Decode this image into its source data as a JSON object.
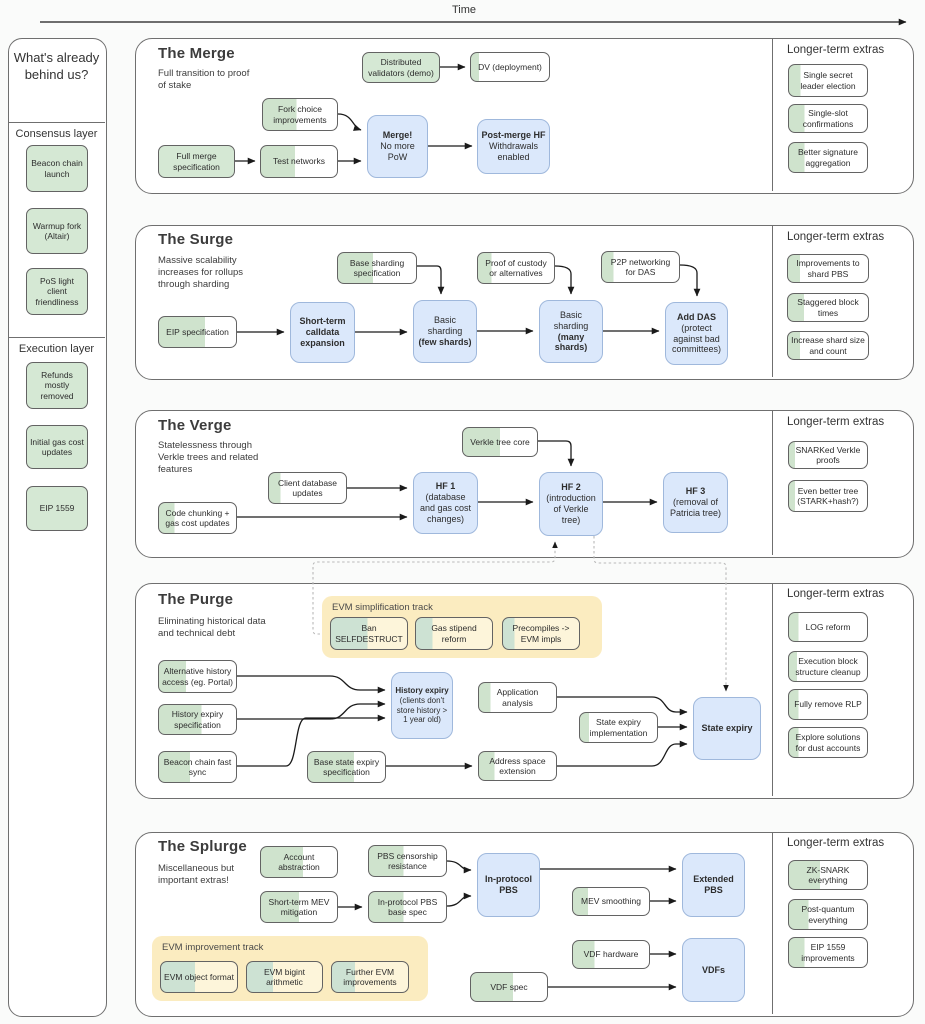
{
  "time_label": "Time",
  "colors": {
    "done_green": "#d5e8d4",
    "progress_green": "#cfe3cd",
    "milestone_blue": "#dbe8fb",
    "blue_border": "#9fb8dc",
    "track_yellow": "#fbecc0",
    "yellow_box": "#fdf5da",
    "box_border": "#636363",
    "dotted_line": "#b9b9b9"
  },
  "sidebar": {
    "title": "What's already behind us?",
    "groups": [
      {
        "label": "Consensus layer",
        "items": [
          {
            "label": "Beacon chain launch",
            "progress": 100
          },
          {
            "label": "Warmup fork (Altair)",
            "progress": 100
          },
          {
            "label": "PoS light client friendliness",
            "progress": 100
          }
        ]
      },
      {
        "label": "Execution layer",
        "items": [
          {
            "label": "Refunds mostly removed",
            "progress": 100
          },
          {
            "label": "Initial gas cost updates",
            "progress": 100
          },
          {
            "label": "EIP 1559",
            "progress": 100
          }
        ]
      }
    ]
  },
  "sections": [
    {
      "title": "The Merge",
      "subtitle": "Full transition to proof of stake",
      "extras_title": "Longer-term extras",
      "extras": [
        {
          "label": "Single secret leader election",
          "progress": 15
        },
        {
          "label": "Single-slot confirmations",
          "progress": 20
        },
        {
          "label": "Better signature aggregation",
          "progress": 20
        }
      ],
      "nodes": {
        "dv_demo": {
          "label": "Distributed validators (demo)",
          "progress": 100
        },
        "dv_deploy": {
          "label": "DV (deployment)",
          "progress": 10
        },
        "fork_choice": {
          "label": "Fork choice improvements",
          "progress": 45
        },
        "full_merge_spec": {
          "label": "Full merge specification",
          "progress": 100
        },
        "test_networks": {
          "label": "Test networks",
          "progress": 45
        },
        "merge": {
          "label": "Merge!",
          "sub": "No more PoW"
        },
        "post_merge": {
          "label": "Post-merge HF",
          "sub": "Withdrawals enabled"
        }
      }
    },
    {
      "title": "The Surge",
      "subtitle": "Massive scalability increases for rollups through sharding",
      "extras_title": "Longer-term extras",
      "extras": [
        {
          "label": "Improvements to shard PBS",
          "progress": 15
        },
        {
          "label": "Staggered block times",
          "progress": 20
        },
        {
          "label": "Increase shard size and count",
          "progress": 15
        }
      ],
      "nodes": {
        "base_shard_spec": {
          "label": "Base sharding specification",
          "progress": 45
        },
        "proof_custody": {
          "label": "Proof of custody or alternatives",
          "progress": 18
        },
        "p2p_das": {
          "label": "P2P networking for DAS",
          "progress": 15
        },
        "eip_spec": {
          "label": "EIP specification",
          "progress": 60
        },
        "stce": {
          "label": "Short-term calldata expansion"
        },
        "few": {
          "label": "Basic sharding",
          "sub": "(few shards)"
        },
        "many": {
          "label": "Basic sharding",
          "sub": "(many shards)"
        },
        "add_das": {
          "label": "Add DAS",
          "sub": "(protect against bad committees)"
        }
      }
    },
    {
      "title": "The Verge",
      "subtitle": "Statelessness through Verkle trees and related features",
      "extras_title": "Longer-term extras",
      "extras": [
        {
          "label": "SNARKed Verkle proofs",
          "progress": 8
        },
        {
          "label": "Even better tree (STARK+hash?)",
          "progress": 8
        }
      ],
      "nodes": {
        "verkle_core": {
          "label": "Verkle tree core",
          "progress": 50
        },
        "client_db": {
          "label": "Client database updates",
          "progress": 15
        },
        "code_chunk": {
          "label": "Code chunking + gas cost updates",
          "progress": 20
        },
        "hf1": {
          "label": "HF 1",
          "sub": "(database and gas cost changes)"
        },
        "hf2": {
          "label": "HF 2",
          "sub": "(introduction of Verkle tree)"
        },
        "hf3": {
          "label": "HF 3",
          "sub": "(removal of Patricia tree)"
        }
      }
    },
    {
      "title": "The Purge",
      "subtitle": "Eliminating historical data and technical debt",
      "track_title": "EVM simplification track",
      "extras_title": "Longer-term extras",
      "extras": [
        {
          "label": "LOG reform",
          "progress": 12
        },
        {
          "label": "Execution block structure cleanup",
          "progress": 10
        },
        {
          "label": "Fully remove RLP",
          "progress": 12
        },
        {
          "label": "Explore solutions for dust accounts",
          "progress": 12
        }
      ],
      "nodes": {
        "ban_sd": {
          "label": "Ban SELFDESTRUCT",
          "progress": 48
        },
        "gas_stipend": {
          "label": "Gas stipend reform",
          "progress": 22
        },
        "precompiles": {
          "label": "Precompiles -> EVM impls",
          "progress": 15
        },
        "alt_history": {
          "label": "Alternative history access (eg. Portal)",
          "progress": 35
        },
        "hist_spec": {
          "label": "History expiry specification",
          "progress": 55
        },
        "beacon_sync": {
          "label": "Beacon chain fast sync",
          "progress": 40
        },
        "base_state_spec": {
          "label": "Base state expiry specification",
          "progress": 60
        },
        "history_expiry": {
          "label": "History expiry",
          "sub": "(clients don't store history > 1 year old)"
        },
        "app_analysis": {
          "label": "Application analysis",
          "progress": 15
        },
        "state_impl": {
          "label": "State expiry implementation",
          "progress": 12
        },
        "addr_space": {
          "label": "Address space extension",
          "progress": 20
        },
        "state_expiry": {
          "label": "State expiry"
        }
      }
    },
    {
      "title": "The Splurge",
      "subtitle": "Miscellaneous but important extras!",
      "track_title": "EVM improvement track",
      "extras_title": "Longer-term extras",
      "extras": [
        {
          "label": "ZK-SNARK everything",
          "progress": 40
        },
        {
          "label": "Post-quantum everything",
          "progress": 25
        },
        {
          "label": "EIP 1559 improvements",
          "progress": 20
        }
      ],
      "nodes": {
        "account_abs": {
          "label": "Account abstraction",
          "progress": 55
        },
        "pbs_censor": {
          "label": "PBS censorship resistance",
          "progress": 45
        },
        "stmev": {
          "label": "Short-term MEV mitigation",
          "progress": 50
        },
        "inproto_spec": {
          "label": "In-protocol PBS base spec",
          "progress": 45
        },
        "inproto_pbs": {
          "label": "In-protocol PBS"
        },
        "mev_smooth": {
          "label": "MEV smoothing",
          "progress": 20
        },
        "extended_pbs": {
          "label": "Extended PBS"
        },
        "vdf_hw": {
          "label": "VDF hardware",
          "progress": 28
        },
        "vdfs": {
          "label": "VDFs"
        },
        "vdf_spec": {
          "label": "VDF spec",
          "progress": 55
        },
        "evm_obj": {
          "label": "EVM object format",
          "progress": 45
        },
        "evm_bigint": {
          "label": "EVM bigint arithmetic",
          "progress": 35
        },
        "evm_further": {
          "label": "Further EVM improvements",
          "progress": 30
        }
      }
    }
  ]
}
